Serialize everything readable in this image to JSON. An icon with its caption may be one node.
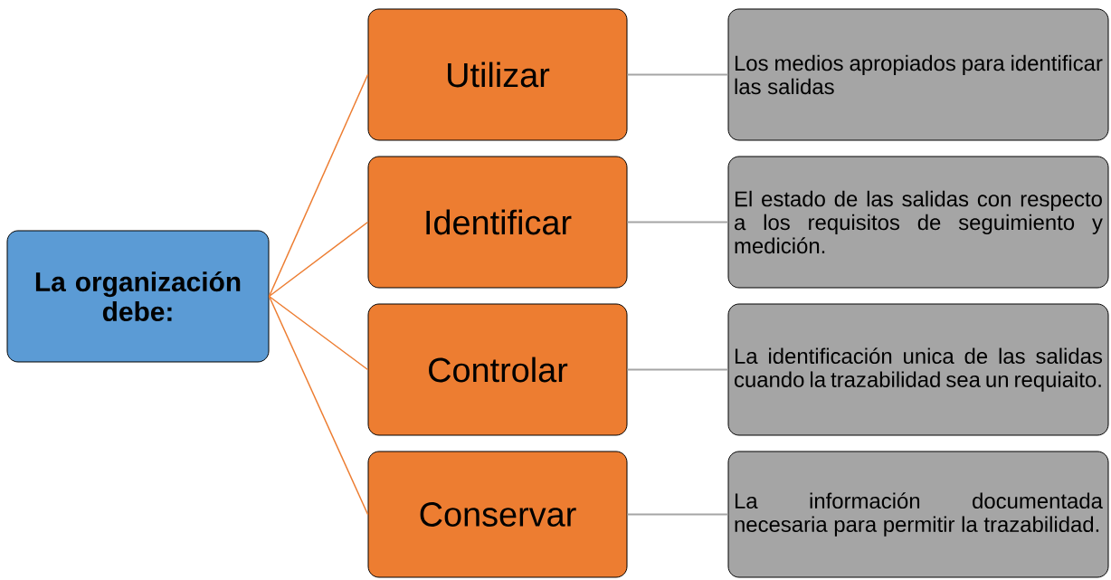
{
  "diagram": {
    "nodes": [
      {
        "text": [
          "La organización debe:"
        ]
      },
      {
        "text": [
          "Utilizar"
        ]
      },
      {
        "text": [
          "Identificar"
        ]
      },
      {
        "text": [
          "Controlar"
        ]
      },
      {
        "text": [
          "Conservar"
        ]
      },
      {
        "text": [
          "Los medios apropiados para identificar las salidas"
        ]
      },
      {
        "text": [
          "El estado de las salidas con respecto a los requisitos de seguimiento y medición."
        ]
      },
      {
        "text": [
          "La identificación unica de las salidas cuando la trazabilidad sea un requiaito."
        ]
      },
      {
        "text": [
          "La información documentada necesaria para permitir la trazabilidad."
        ]
      }
    ],
    "edges": [
      {
        "from": 0,
        "to": 1,
        "arrow": "none"
      },
      {
        "from": 0,
        "to": 2,
        "arrow": "none"
      },
      {
        "from": 0,
        "to": 3,
        "arrow": "none"
      },
      {
        "from": 0,
        "to": 4,
        "arrow": "none"
      },
      {
        "from": 1,
        "to": 5,
        "arrow": "none",
        "color": "#a5a5a5"
      },
      {
        "from": 2,
        "to": 6,
        "arrow": "none",
        "color": "#a5a5a5"
      },
      {
        "from": 3,
        "to": 7,
        "arrow": "none",
        "color": "#a5a5a5"
      },
      {
        "from": 4,
        "to": 8,
        "arrow": "none",
        "color": "#a5a5a5"
      }
    ]
  }
}
